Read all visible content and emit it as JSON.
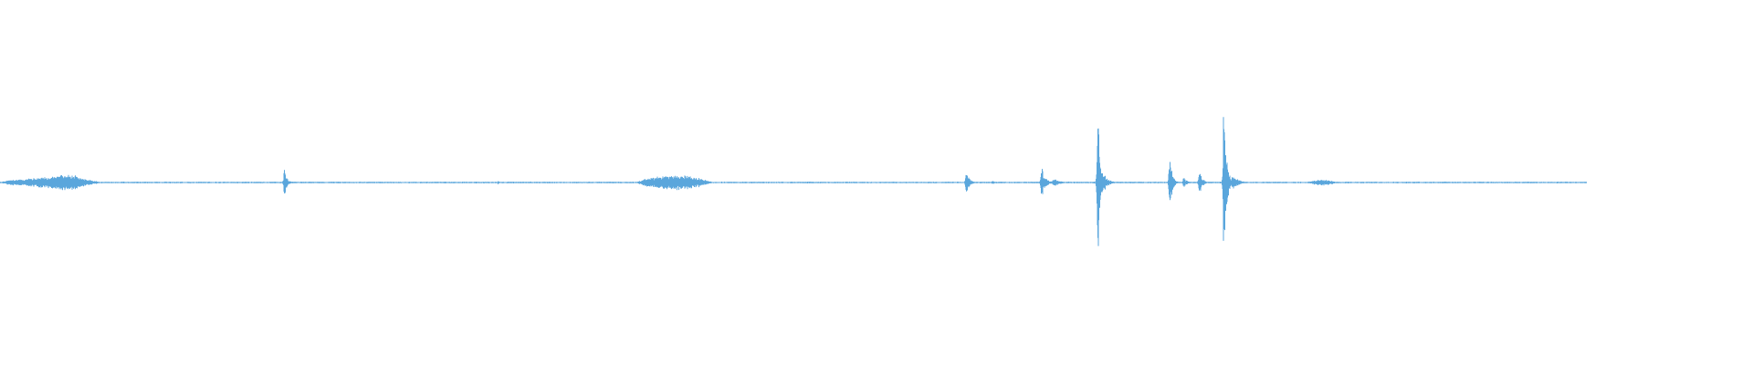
{
  "waveform": {
    "color": "#5aa6dc",
    "duration_fraction_drawn": 0.905,
    "baseline_noise": 0.006,
    "events": [
      {
        "t": 0.0,
        "dur": 0.02,
        "amp": 0.03,
        "kind": "sustained"
      },
      {
        "t": 0.006,
        "dur": 0.052,
        "amp": 0.06,
        "kind": "sustained"
      },
      {
        "t": 0.026,
        "dur": 0.024,
        "amp": 0.085,
        "kind": "sustained"
      },
      {
        "t": 0.162,
        "dur": 0.006,
        "amp": 0.17,
        "kind": "transient"
      },
      {
        "t": 0.284,
        "dur": 0.006,
        "amp": 0.02,
        "kind": "transient"
      },
      {
        "t": 0.362,
        "dur": 0.045,
        "amp": 0.075,
        "kind": "sustained"
      },
      {
        "t": 0.551,
        "dur": 0.008,
        "amp": 0.14,
        "kind": "transient"
      },
      {
        "t": 0.566,
        "dur": 0.01,
        "amp": 0.02,
        "kind": "transient"
      },
      {
        "t": 0.594,
        "dur": 0.01,
        "amp": 0.17,
        "kind": "transient"
      },
      {
        "t": 0.601,
        "dur": 0.015,
        "amp": 0.045,
        "kind": "transient"
      },
      {
        "t": 0.626,
        "dur": 0.006,
        "amp": 0.98,
        "kind": "transient"
      },
      {
        "t": 0.63,
        "dur": 0.012,
        "amp": 0.08,
        "kind": "transient"
      },
      {
        "t": 0.667,
        "dur": 0.006,
        "amp": 0.36,
        "kind": "transient"
      },
      {
        "t": 0.675,
        "dur": 0.008,
        "amp": 0.06,
        "kind": "transient"
      },
      {
        "t": 0.684,
        "dur": 0.008,
        "amp": 0.14,
        "kind": "transient"
      },
      {
        "t": 0.698,
        "dur": 0.006,
        "amp": 1.0,
        "kind": "transient"
      },
      {
        "t": 0.703,
        "dur": 0.014,
        "amp": 0.09,
        "kind": "transient"
      },
      {
        "t": 0.745,
        "dur": 0.018,
        "amp": 0.03,
        "kind": "sustained"
      }
    ]
  }
}
